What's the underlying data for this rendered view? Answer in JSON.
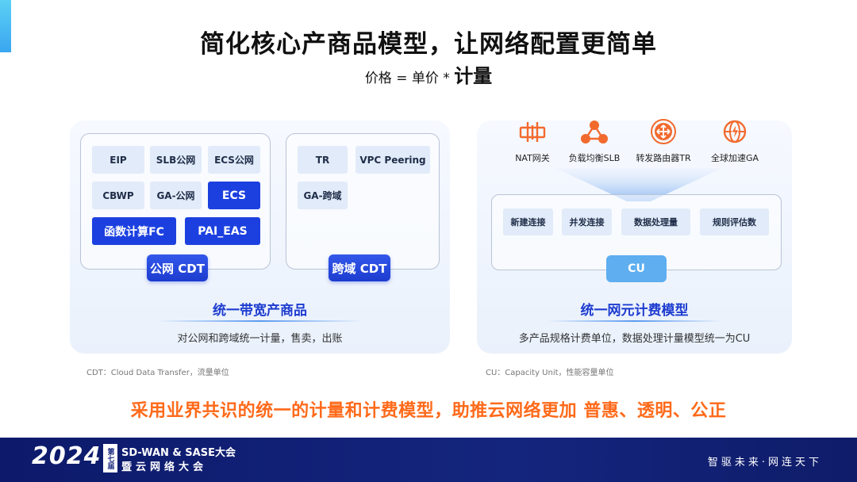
{
  "header": {
    "title": "简化核心产商品模型，让网络配置更简单",
    "formula_prefix": "价格 = 单价 *",
    "formula_emphasis": "计量"
  },
  "left_panel": {
    "public_group": {
      "tiles": [
        "EIP",
        "SLB公网",
        "ECS公网",
        "CBWP",
        "GA-公网",
        "ECS",
        "函数计算FC",
        "PAI_EAS"
      ],
      "tag": "公网 CDT"
    },
    "cross_group": {
      "tiles": [
        "TR",
        "VPC Peering",
        "GA-跨域"
      ],
      "tag": "跨域 CDT"
    },
    "heading": "统一带宽产商品",
    "description": "对公网和跨域统一计量，售卖，出账",
    "footnote": "CDT：Cloud Data Transfer，流量单位"
  },
  "right_panel": {
    "products": [
      {
        "label": "NAT网关",
        "icon": "nat-gateway-icon"
      },
      {
        "label": "负载均衡SLB",
        "icon": "load-balancer-icon"
      },
      {
        "label": "转发路由器TR",
        "icon": "router-icon"
      },
      {
        "label": "全球加速GA",
        "icon": "global-accelerator-icon"
      }
    ],
    "metrics": [
      "新建连接",
      "并发连接",
      "数据处理量",
      "规则评估数"
    ],
    "cu_label": "CU",
    "heading": "统一网元计费模型",
    "description": "多产品规格计费单位，数据处理计量模型统一为CU",
    "footnote": "CU：Capacity Unit，性能容量单位"
  },
  "slogan": "采用业界共识的统一的计量和计费模型，助推云网络更加 普惠、透明、公正",
  "footer": {
    "year": "2024",
    "edition": "第七届",
    "conference_line1": "SD-WAN & SASE大会",
    "conference_line2": "暨云网络大会",
    "tagline": "智驱未来·网连天下"
  },
  "colors": {
    "accent_blue": "#1d3ccf",
    "tile_bg": "#e2ebf9",
    "slogan_orange": "#ff6a1a",
    "icon_orange": "#f26a2e",
    "footer_navy": "#14257d"
  }
}
